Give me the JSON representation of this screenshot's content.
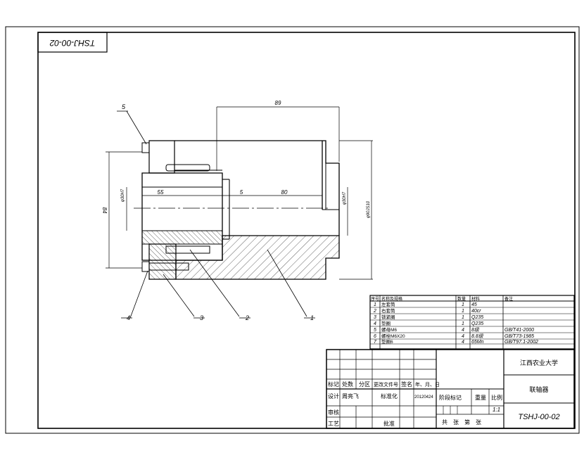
{
  "drawing_code": "TSHJ-00-02",
  "dimensions": {
    "top_89": "89",
    "left_84": "84",
    "d55": "55",
    "d5": "5",
    "d80": "80",
    "bore_left": "φ30H7",
    "bore_right": "φ30H7",
    "outer_dia": "φ90JS10"
  },
  "balloons": [
    "5",
    "4",
    "3",
    "2",
    "1"
  ],
  "bom": {
    "header": [
      "序号",
      "名称及规格",
      "数量",
      "材料",
      "备注"
    ],
    "rows": [
      {
        "no": "1",
        "name": "左套筒",
        "qty": "1",
        "material": "45",
        "note": ""
      },
      {
        "no": "2",
        "name": "右套筒",
        "qty": "1",
        "material": "40cr",
        "note": ""
      },
      {
        "no": "3",
        "name": "锁紧圈",
        "qty": "1",
        "material": "Q235",
        "note": ""
      },
      {
        "no": "4",
        "name": "垫圈",
        "qty": "1",
        "material": "Q235",
        "note": ""
      },
      {
        "no": "5",
        "name": "螺母M6",
        "qty": "4",
        "material": "8级",
        "note": "GB/T41-2000"
      },
      {
        "no": "6",
        "name": "螺栓M6X20",
        "qty": "4",
        "material": "8.8级",
        "note": "GB/T73-1985"
      },
      {
        "no": "7",
        "name": "垫圈6",
        "qty": "4",
        "material": "65Mn",
        "note": "GB/T97.1-2002"
      }
    ]
  },
  "title_block": {
    "school": "江西农业大学",
    "part_name": "联轴器",
    "code": "TSHJ-00-02",
    "labels": {
      "mark": "标记",
      "count": "处数",
      "zone": "分区",
      "change_doc": "更改文件号",
      "sign": "签名",
      "date": "年、月、日",
      "design": "设计",
      "designer": "周亮飞",
      "standardize": "标准化",
      "design_date": "20120424",
      "stage_mark": "阶段标记",
      "weight": "重量",
      "scale": "比例",
      "scale_value": "1:1",
      "review": "审核",
      "process": "工艺",
      "approve": "批准",
      "sheets": "共　张　第　张"
    }
  }
}
